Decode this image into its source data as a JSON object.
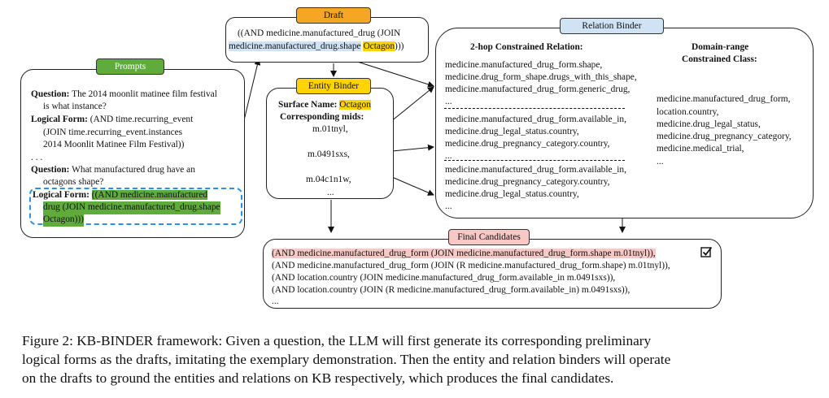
{
  "prompts": {
    "tag": "Prompts",
    "q1_label": "Question:",
    "q1_text": "The 2014 moonlit matinee film festival",
    "q1_cont": "is what instance?",
    "lf1_label": "Logical Form:",
    "lf1_text": "(AND time.recurring_event",
    "lf1_l2": "(JOIN time.recurring_event.instances",
    "lf1_l3": "2014 Moonlit Matinee Film Festival))",
    "ellipsis": ". . .",
    "q2_label": "Question:",
    "q2_text": "What manufactured drug have an",
    "q2_cont": "octagons shape?",
    "lf2_label": "Logical Form:",
    "lf2_l1": "((AND medicine.manufactured",
    "lf2_l2": "drug (JOIN medicine.manufactured_drug.shape",
    "lf2_l3": "Octagon)))"
  },
  "draft": {
    "tag": "Draft",
    "l1": "((AND medicine.manufactured_drug (JOIN",
    "l2a": "medicine.manufactured_drug.shape",
    "l2b": "Octagon",
    "l2c": ")))"
  },
  "entity_binder": {
    "tag": "Entity Binder",
    "surface_label": "Surface Name:",
    "surface_value": "Octagon",
    "mids_label": "Corresponding mids:",
    "mids": [
      "m.01tnyl,",
      "m.0491sxs,",
      "m.04c1n1w,",
      "..."
    ]
  },
  "relation_binder": {
    "tag": "Relation Binder",
    "col1_title": "2-hop Constrained Relation:",
    "col2_title_l1": "Domain-range",
    "col2_title_l2": "Constrained Class:",
    "group1": [
      "medicine.manufactured_drug_form.shape,",
      "medicine.drug_form_shape.drugs_with_this_shape,",
      "medicine.manufactured_drug_form.generic_drug,",
      "..."
    ],
    "group2": [
      "medicine.manufactured_drug_form.available_in,",
      "medicine.drug_legal_status.country,",
      "medicine.drug_pregnancy_category.country,",
      "..."
    ],
    "group3": [
      "medicine.manufactured_drug_form.available_in,",
      "medicine.drug_pregnancy_category.country,",
      "medicine.drug_legal_status.country,",
      "..."
    ],
    "classes": [
      "medicine.manufactured_drug_form,",
      "location.country,",
      "medicine.drug_legal_status,",
      "medicine.drug_pregnancy_category,",
      "medicine.medical_trial,",
      "..."
    ]
  },
  "final": {
    "tag": "Final Candidates",
    "lines": [
      "(AND medicine.manufactured_drug_form (JOIN medicine.manufactured_drug_form.shape m.01tnyl)),",
      "(AND medicine.manufactured_drug_form (JOIN (R medicine.manufactured_drug_form.shape) m.01tnyl)),",
      "(AND location.country (JOIN medicine.manufactured_drug_form.available_in m.0491sxs)),",
      "(AND location.country (JOIN (R medicine.manufactured_drug_form.available_in) m.0491sxs)),",
      "..."
    ]
  },
  "caption": {
    "l1": "Figure 2: KB-BINDER framework: Given a question, the LLM will first generate its corresponding preliminary",
    "l2": "logical forms as the drafts, imitating the exemplary demonstration. Then the entity and relation binders will operate",
    "l3": "on the drafts to ground the entities and relations on KB respectively, which produces the final candidates."
  },
  "colors": {
    "prompts_tag": "#5fac3c",
    "draft_tag": "#f5a623",
    "entity_tag": "#ffd400",
    "relation_tag": "#cfe3f5",
    "final_tag": "#f8c8c6",
    "dashed_blue": "#2f8fe0"
  },
  "icons": {
    "check": "checkbox-check-icon"
  }
}
